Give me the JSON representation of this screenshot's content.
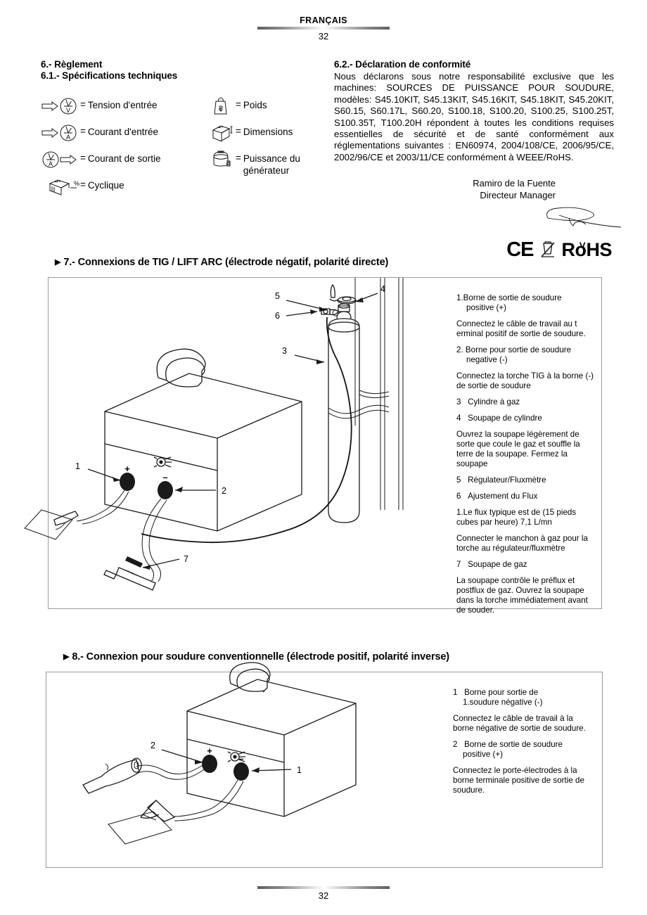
{
  "header": {
    "language": "FRANÇAIS",
    "page_number": "32"
  },
  "footer": {
    "page_number": "32"
  },
  "section6": {
    "title": "6.- Règlement",
    "sub1_title": "6.1.- Spécifications techniques",
    "legend_left": [
      {
        "icon": "arrow-voltmeter-icon",
        "eq": "=",
        "label": "Tension d'entrée"
      },
      {
        "icon": "arrow-ammeter-icon",
        "eq": "=",
        "label": "Courant d'entrée"
      },
      {
        "icon": "ammeter-arrow-icon",
        "eq": "=",
        "label": "Courant de sortie"
      },
      {
        "icon": "duty-cycle-box-icon",
        "eq": "=",
        "label": "Cyclique"
      }
    ],
    "legend_right": [
      {
        "icon": "weight-icon",
        "eq": "=",
        "label": "Poids"
      },
      {
        "icon": "dimensions-box-icon",
        "eq": "=",
        "label": "Dimensions"
      },
      {
        "icon": "generator-icon",
        "eq": "=",
        "label": "Puissance du\ngénérateur"
      }
    ],
    "sub2_title": "6.2.- Déclaration de conformité",
    "conformity_text": "Nous déclarons sous notre responsabilité exclusive que les machines: SOURCES DE PUISSANCE POUR SOUDURE, modèles: S45.10KIT, S45.13KIT, S45.16KIT, S45.18KIT, S45.20KIT, S60.15, S60.17L, S60.20, S100.18, S100.20, S100.25, S100.25T, S100.35T, T100.20H répondent à toutes les conditions requises essentielles de sécurité et de santé conformément aux réglementations suivantes : EN60974, 2004/108/CE, 2006/95/CE, 2002/96/CE et 2003/11/CE conformément à WEEE/RoHS.",
    "signatory_name": "Ramiro de la Fuente",
    "signatory_title": "Directeur  Manager",
    "mark_ce": "CE",
    "mark_rohs": "RoHS",
    "mark_weee": "crossed-out-wheelie-bin-icon"
  },
  "section7": {
    "title": "7.- Connexions de TIG / LIFT ARC (électrode négatif, polarité directe)",
    "diagram_callouts": [
      "1",
      "2",
      "3",
      "4",
      "5",
      "6",
      "7"
    ],
    "terminal_plus": "+",
    "terminal_minus": "−",
    "items": [
      {
        "num": "1.",
        "label": "Borne de sortie de soudure",
        "label2": "positive  (+)"
      },
      {
        "body": "Connectez le câble de travail au t erminal positif de sortie de soudure."
      },
      {
        "num": "2.",
        "label": "Borne pour sortie de soudure",
        "label2": "negative (-)"
      },
      {
        "body": "Connectez la torche TIG à la borne (-) de sortie de soudure"
      },
      {
        "num": "3",
        "label": "Cylindre à gaz"
      },
      {
        "num": "4",
        "label": "Soupape de cylindre"
      },
      {
        "body": "Ouvrez la soupape légèrement de sorte que coule le gaz et souffle la terre de la soupape. Fermez la soupape"
      },
      {
        "num": "5",
        "label": "Régulateur/Fluxmètre"
      },
      {
        "num": "6",
        "label": "Ajustement du Flux"
      },
      {
        "body": "1.Le flux typique est de (15 pieds cubes par heure) 7,1 L/mn"
      },
      {
        "body": "Connecter le manchon à gaz pour la torche au régulateur/fluxmètre"
      },
      {
        "num": "7",
        "label": "Soupape de gaz"
      },
      {
        "body": "La soupape contrôle le préflux et postflux de gaz. Ouvrez la soupape dans la torche immédiatement avant de souder."
      }
    ]
  },
  "section8": {
    "title": "8.- Connexion pour soudure conventionnelle (électrode positif, polarité inverse)",
    "diagram_callouts": [
      "1",
      "2"
    ],
    "terminal_plus": "+",
    "terminal_minus": "−",
    "items": [
      {
        "num": "1",
        "label": "Borne pour sortie de",
        "label2": "1.soudure négative (-)"
      },
      {
        "body": "Connectez le câble de travail à la borne négative de sortie de soudure."
      },
      {
        "num": "2",
        "label": "Borne de sortie de soudure",
        "label2": "positive  (+)"
      },
      {
        "body": "Connectez le porte-électrodes à la borne terminale positive de sortie de soudure."
      }
    ]
  }
}
